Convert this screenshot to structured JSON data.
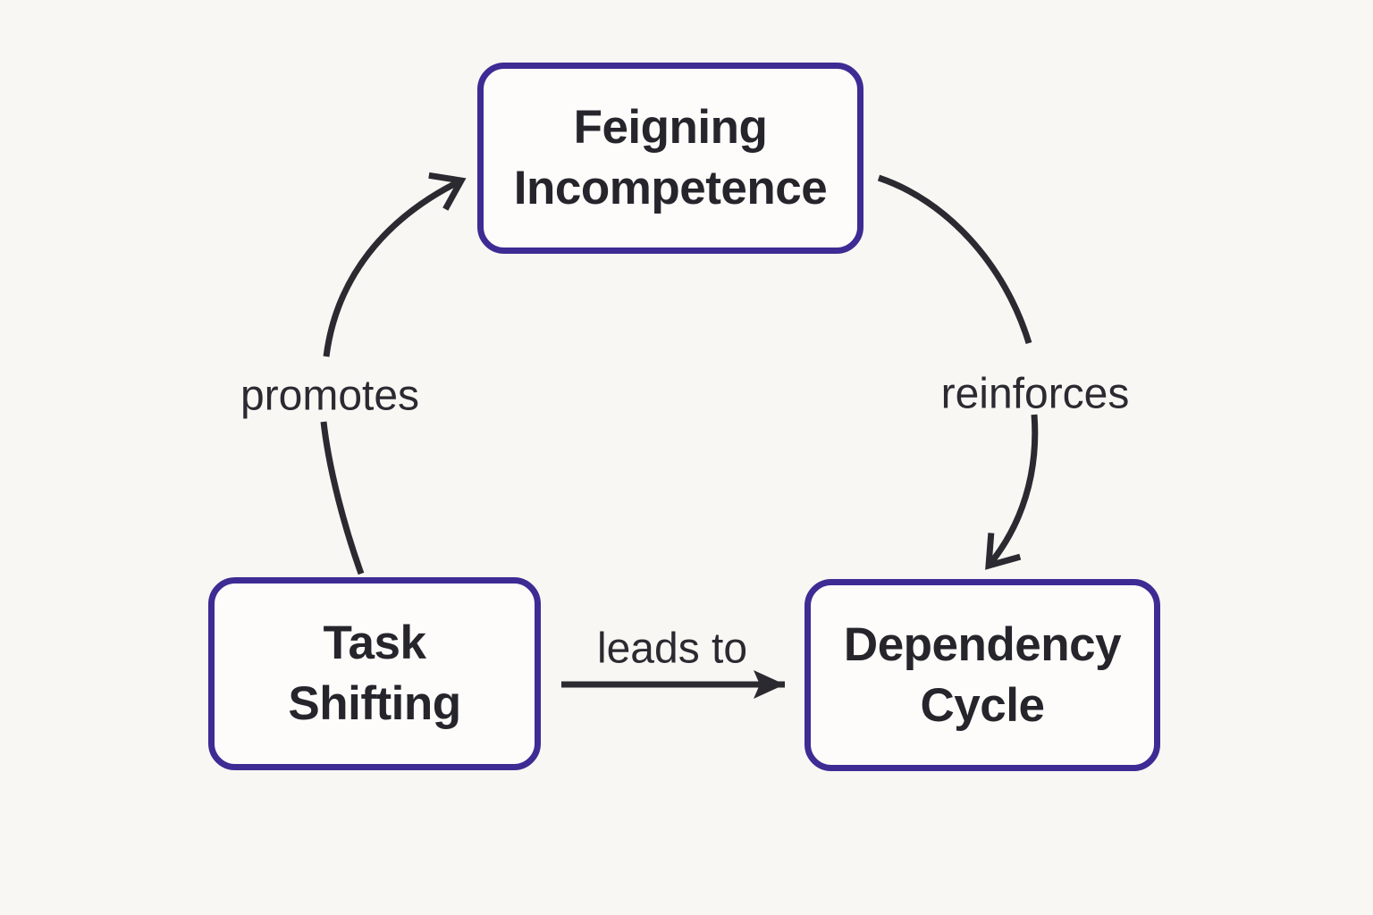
{
  "diagram": {
    "type": "cycle-diagram",
    "nodes": [
      {
        "id": "feigning-incompetence",
        "label": "Feigning\nIncompetence"
      },
      {
        "id": "task-shifting",
        "label": "Task\nShifting"
      },
      {
        "id": "dependency-cycle",
        "label": "Dependency\nCycle"
      }
    ],
    "edges": [
      {
        "from": "task-shifting",
        "to": "feigning-incompetence",
        "label": "promotes",
        "style": "curved",
        "arrowhead": "chevron"
      },
      {
        "from": "feigning-incompetence",
        "to": "dependency-cycle",
        "label": "reinforces",
        "style": "curved",
        "arrowhead": "chevron"
      },
      {
        "from": "task-shifting",
        "to": "dependency-cycle",
        "label": "leads to",
        "style": "straight",
        "arrowhead": "filled-triangle"
      }
    ],
    "colors": {
      "background": "#f8f7f3",
      "node_fill": "#fdfcfa",
      "node_border": "#3e2b94",
      "node_text": "#26252c",
      "arrow": "#2b2a31",
      "edge_label_text": "#2b2a31"
    }
  }
}
